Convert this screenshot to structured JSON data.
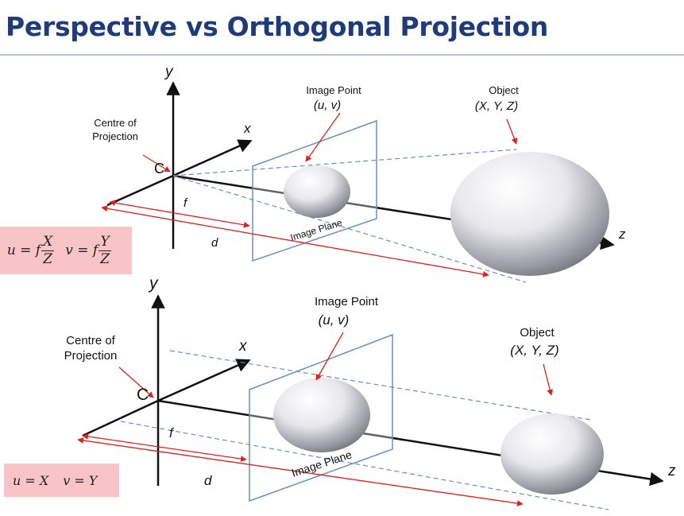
{
  "title": "Perspective vs Orthogonal Projection",
  "perspective": {
    "axis_y": "y",
    "axis_x": "x",
    "axis_z": "z",
    "centre_label_line1": "Centre of",
    "centre_label_line2": "Projection",
    "centre_letter": "C",
    "image_point_label": "Image Point",
    "image_point_coords": "(u, v)",
    "object_label": "Object",
    "object_coords": "(X, Y, Z)",
    "f_label": "f",
    "d_label": "d",
    "image_plane_label": "Image Plane",
    "formula": {
      "u_lhs": "u = f",
      "u_num": "X",
      "u_den": "Z",
      "v_lhs": "v = f",
      "v_num": "Y",
      "v_den": "Z"
    }
  },
  "orthogonal": {
    "axis_y": "y",
    "axis_x": "x",
    "axis_z": "z",
    "centre_label_line1": "Centre of",
    "centre_label_line2": "Projection",
    "centre_letter": "C",
    "image_point_label": "Image Point",
    "image_point_coords": "(u, v)",
    "object_label": "Object",
    "object_coords": "(X, Y, Z)",
    "f_label": "f",
    "d_label": "d",
    "image_plane_label": "Image Plane",
    "formula": {
      "u": "u = X",
      "v": "v = Y"
    }
  },
  "colors": {
    "title": "#1f3b7a",
    "rule": "#b4c6dd",
    "arrow_red": "#e0201e",
    "plane_edge": "#6d8fb8",
    "dashed_ray": "#6d8fb8",
    "formula_bg": "#f8c4c6"
  }
}
